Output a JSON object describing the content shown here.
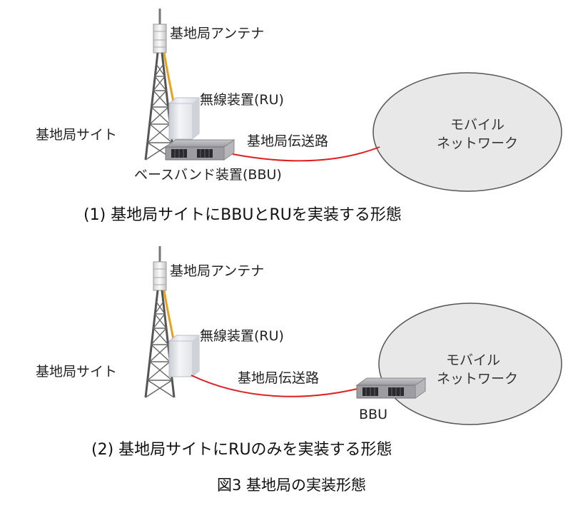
{
  "panel1": {
    "antenna_label": "基地局アンテナ",
    "ru_label": "無線装置(RU)",
    "site_label": "基地局サイト",
    "line_label": "基地局伝送路",
    "bbu_label": "ベースバンド装置(BBU)",
    "cloud_line1": "モバイル",
    "cloud_line2": "ネットワーク",
    "caption": "(1)  基地局サイトにBBUとRUを実装する形態"
  },
  "panel2": {
    "antenna_label": "基地局アンテナ",
    "ru_label": "無線装置(RU)",
    "site_label": "基地局サイト",
    "line_label": "基地局伝送路",
    "bbu_label": "BBU",
    "cloud_line1": "モバイル",
    "cloud_line2": "ネットワーク",
    "caption": "(2)  基地局サイトにRUのみを実装する形態"
  },
  "figure_caption": "図3  基地局の実装形態",
  "colors": {
    "fiber": "#e02020",
    "cable": "#e8a020",
    "cloud_fill": "#e8e8e8",
    "cloud_stroke": "#555555"
  }
}
